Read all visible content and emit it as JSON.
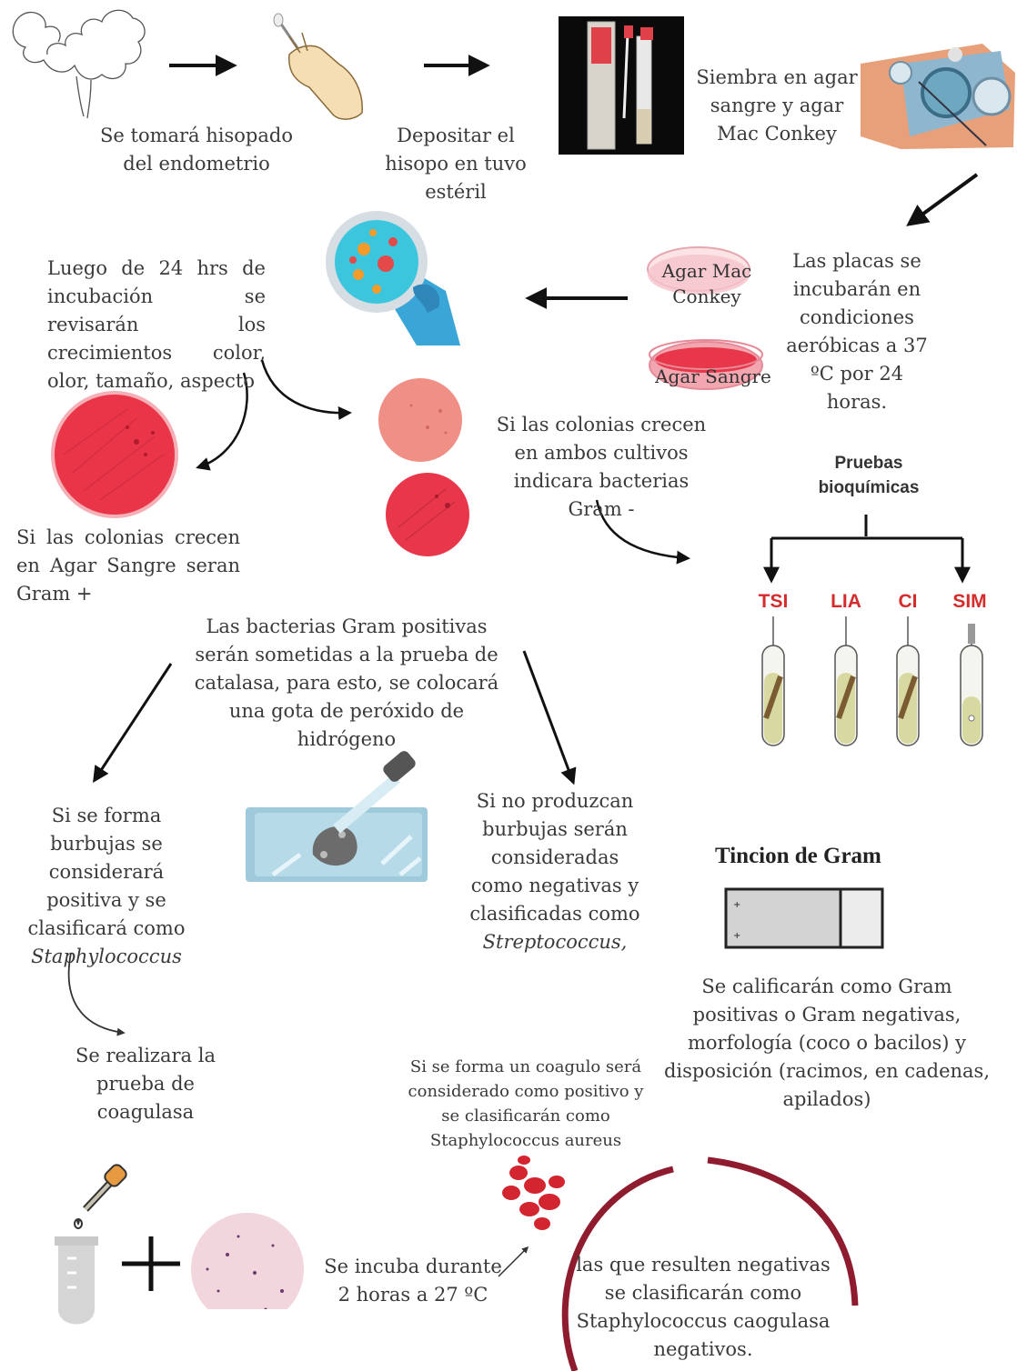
{
  "steps": {
    "hisopado": "Se tomará hisopado del endometrio",
    "depositar": "Depositar el hisopo en tuvo estéril",
    "siembra": "Siembra en agar sangre y agar Mac Conkey",
    "incubacion": "Las placas se incubarán en condiciones aeróbicas a 37 ºC por 24 horas.",
    "revision": "Luego de 24 hrs de incubación se revisarán los crecimientos color, olor, tamaño, aspecto",
    "gram_pos": "Si las colonias crecen en Agar Sangre seran Gram +",
    "gram_neg": "Si las colonias crecen en ambos cultivos indicara bacterias Gram -",
    "catalasa": "Las bacterias Gram positivas serán sometidas a la prueba de catalasa, para esto, se colocará una gota de peróxido de hidrógeno",
    "burbujas_pre": "Si se forma burbujas se considerará positiva y se clasificará como",
    "burbujas_genus": "Staphylococcus",
    "no_burbujas_pre": "Si no produzcan burbujas serán consideradas como negativas y clasificadas como",
    "no_burbujas_genus": "Streptococcus,",
    "coagulasa": "Se realizara la prueba de coagulasa",
    "incuba": "Se incuba durante 2 horas a 27 ºC",
    "coagulo": "Si se forma un coagulo será considerado como positivo y se clasificarán como Staphylococcus aureus",
    "negativas": "las que resulten negativas se clasificarán como Staphylococcus caogulasa negativos.",
    "gram_desc": "Se calificarán como Gram positivas o Gram negativas, morfología (coco o bacilos) y disposición (racimos, en cadenas, apilados)"
  },
  "plates": {
    "mac_conkey": "Agar Mac Conkey",
    "sangre": "Agar Sangre"
  },
  "pruebas": {
    "title": "Pruebas bioquímicas",
    "tests": [
      "TSI",
      "LIA",
      "CI",
      "SIM"
    ]
  },
  "tincion": {
    "title": "Tincion de Gram"
  },
  "colors": {
    "red_agar": "#e8374a",
    "pink_agar": "#ee8f87",
    "test_red": "#d42c2c",
    "dark_red": "#8e1c2e",
    "arrow": "#111111"
  }
}
